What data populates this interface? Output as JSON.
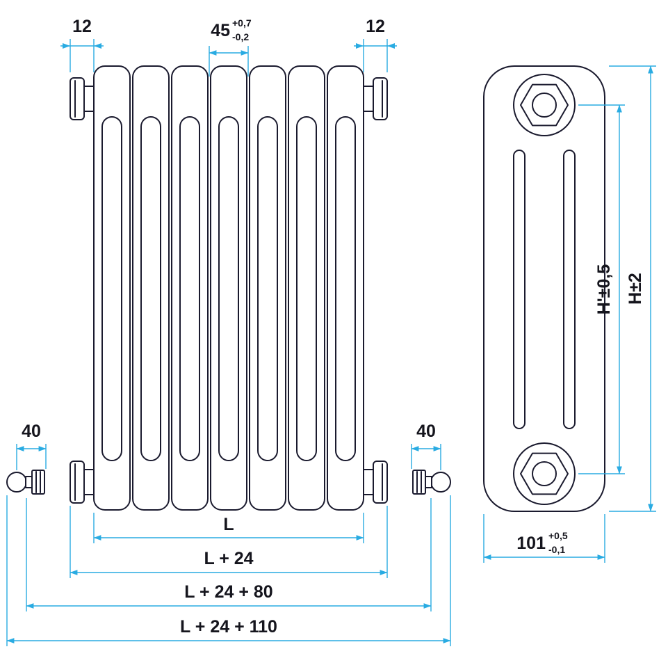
{
  "colors": {
    "outline": "#1a1a2e",
    "dimension": "#29abe2",
    "ink": "#15151d",
    "background": "#ffffff"
  },
  "front_view": {
    "dim_top_left": "12",
    "dim_top_right": "12",
    "dim_pitch": "45",
    "dim_pitch_tol_upper": "+0,7",
    "dim_pitch_tol_lower": "-0,2",
    "dim_valve_left": "40",
    "dim_valve_right": "40",
    "dim_length": "L",
    "dim_length_hubs": "L + 24",
    "dim_length_valves": "L + 24 + 80",
    "dim_length_overall": "L + 24 + 110"
  },
  "side_view": {
    "dim_height_centers": "H'±0,5",
    "dim_height_overall": "H±2",
    "dim_depth": "101",
    "dim_depth_tol_upper": "+0,5",
    "dim_depth_tol_lower": "-0,1"
  }
}
